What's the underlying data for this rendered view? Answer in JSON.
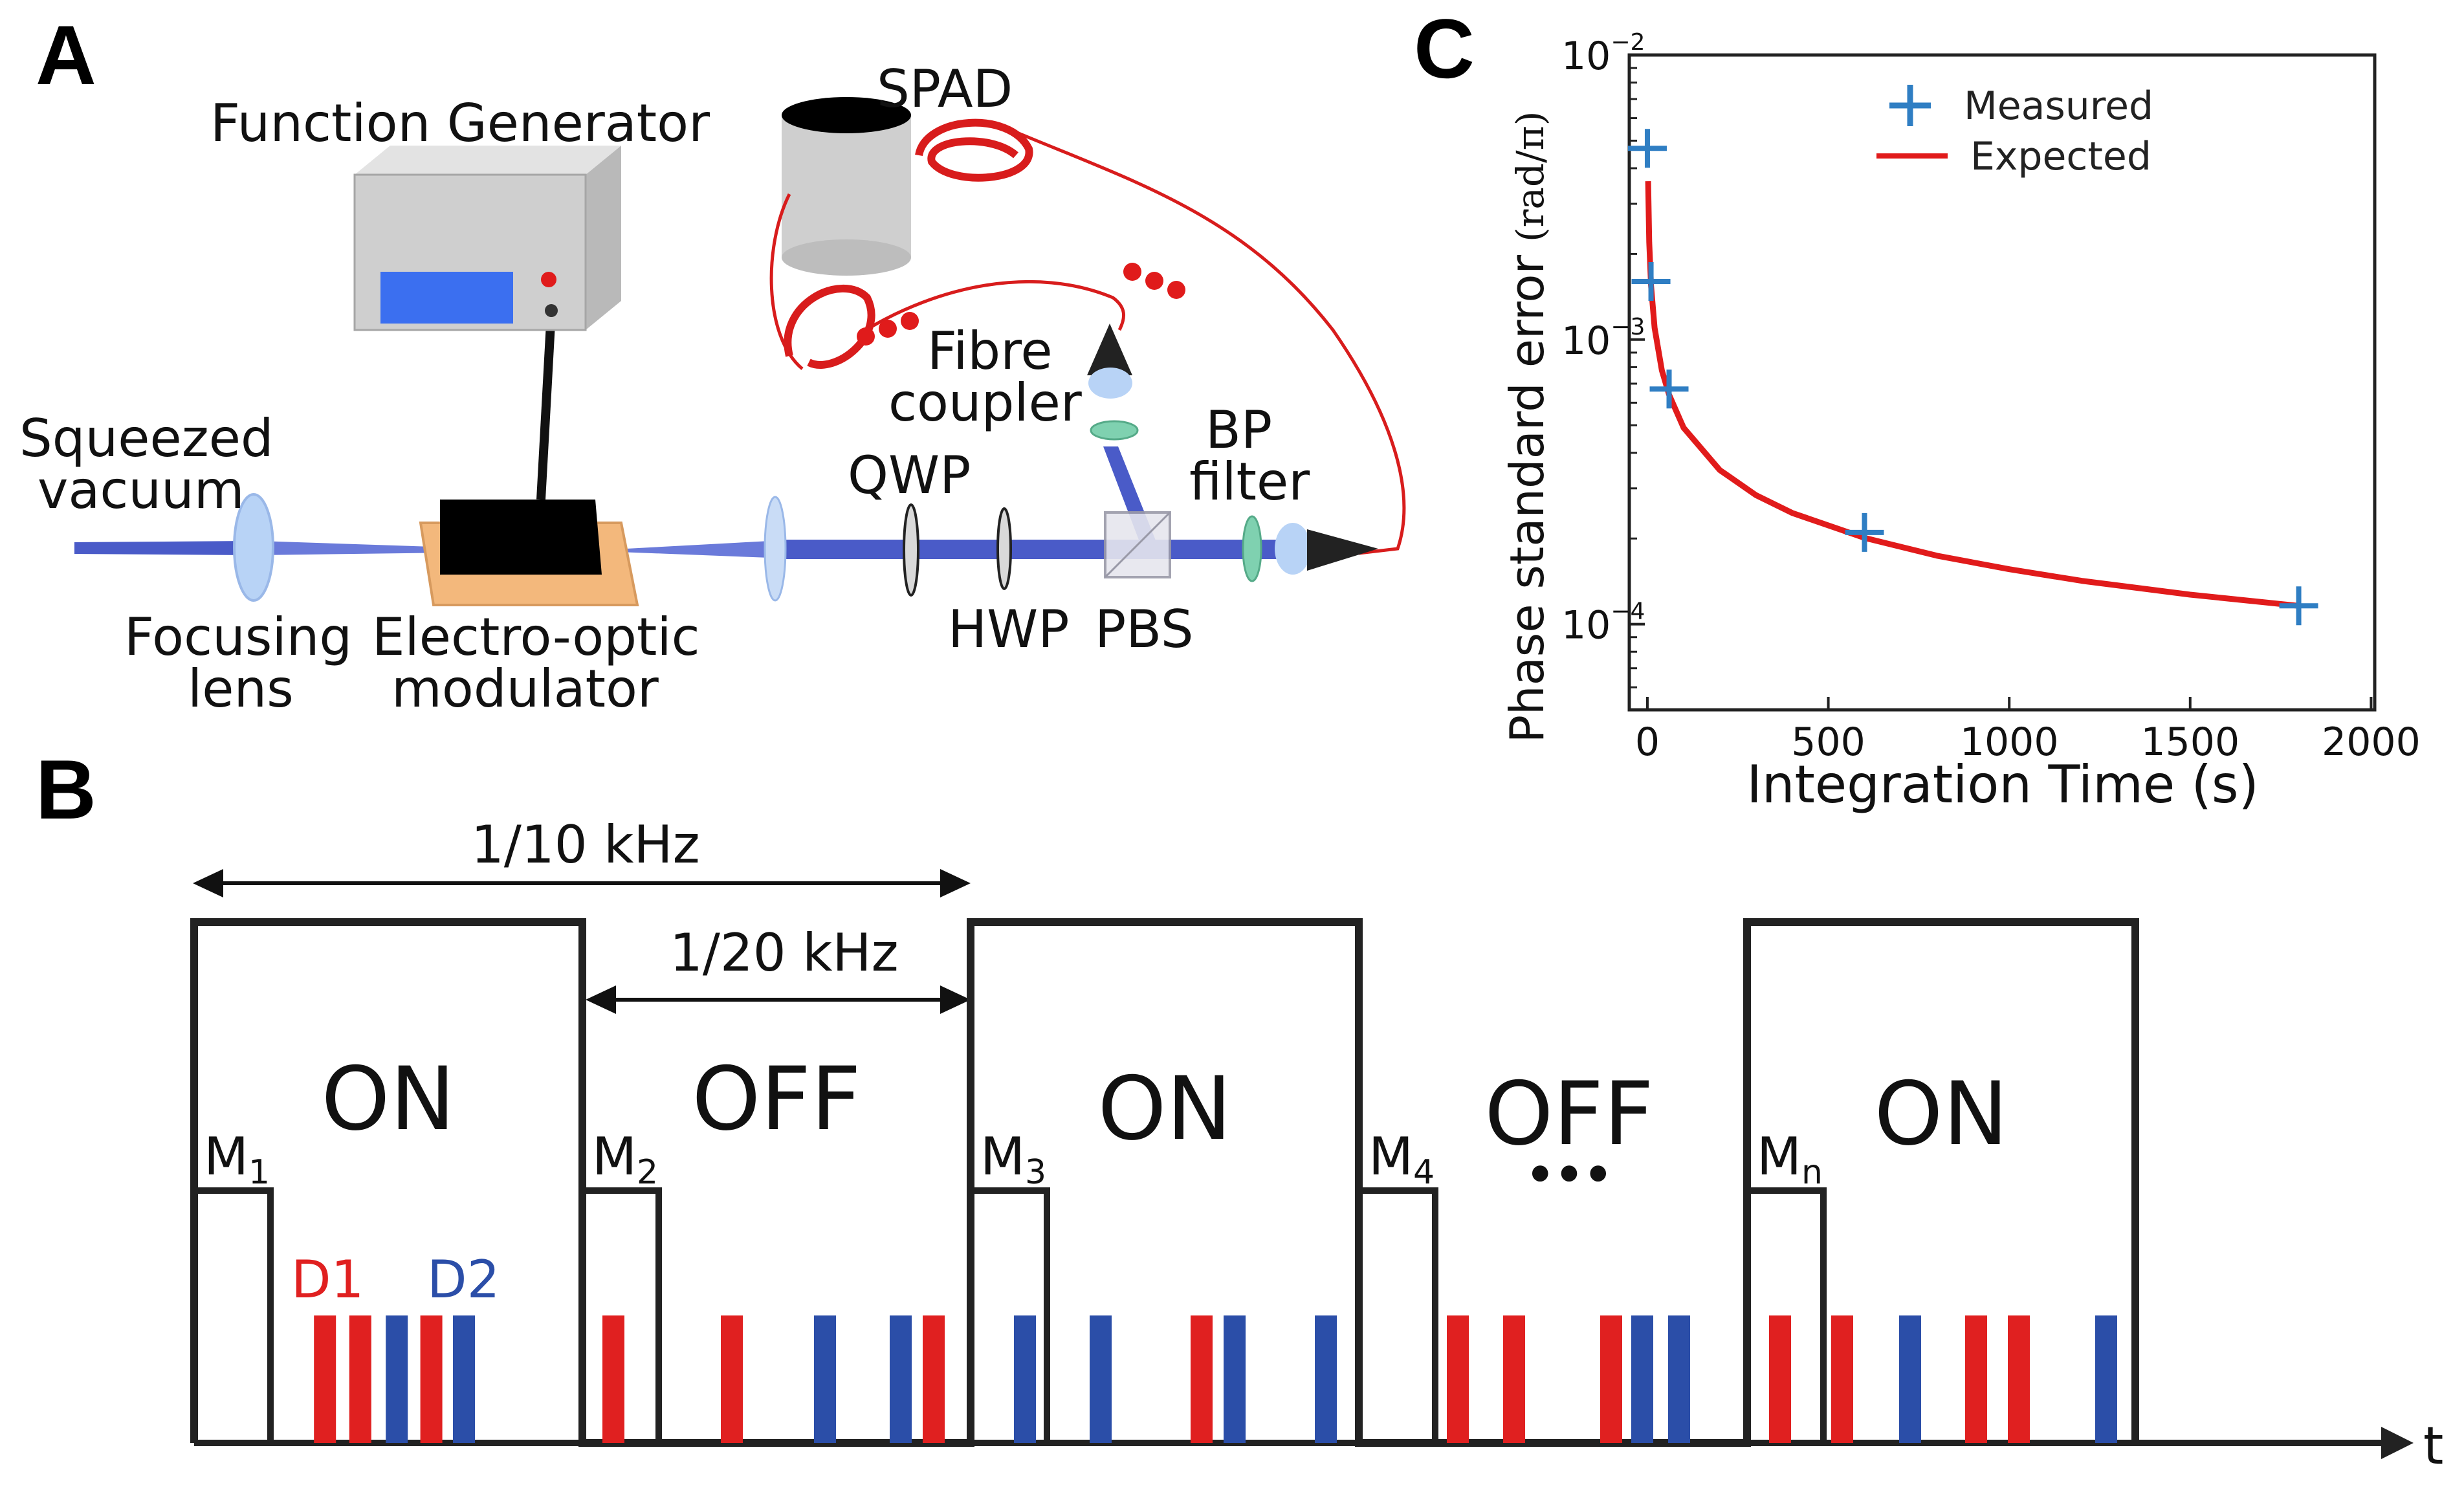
{
  "panels": {
    "a": "A",
    "b": "B",
    "c": "C"
  },
  "setup": {
    "function_generator": "Function Generator",
    "spad": "SPAD",
    "fibre_coupler_1": "Fibre",
    "fibre_coupler_2": "coupler",
    "bp_filter_1": "BP",
    "bp_filter_2": "filter",
    "squeezed_1": "Squeezed",
    "squeezed_2": "vacuum",
    "qwp": "QWP",
    "hwp": "HWP",
    "pbs": "PBS",
    "focusing_1": "Focusing",
    "focusing_2": "lens",
    "eom_1": "Electro-optic",
    "eom_2": "modulator",
    "colors": {
      "beam": "#4a5bc8",
      "fibre": "#d81c1c",
      "eom_body": "#000000",
      "eom_base": "#f3b87c",
      "generator_screen": "#3b6ff0"
    }
  },
  "timing": {
    "period_label": "1/10 kHz",
    "half_period_label": "1/20 kHz",
    "segments": [
      {
        "state": "ON",
        "marker": "M",
        "sub": "1"
      },
      {
        "state": "OFF",
        "marker": "M",
        "sub": "2"
      },
      {
        "state": "ON",
        "marker": "M",
        "sub": "3"
      },
      {
        "state": "OFF",
        "marker": "M",
        "sub": "4"
      },
      {
        "state": "ON",
        "marker": "M",
        "sub": "n"
      }
    ],
    "ellipsis": "•••",
    "d1_label": "D1",
    "d2_label": "D2",
    "axis_label": "t",
    "detections": [
      {
        "t": 0.337,
        "d": "D1"
      },
      {
        "t": 0.428,
        "d": "D1"
      },
      {
        "t": 0.522,
        "d": "D2"
      },
      {
        "t": 0.611,
        "d": "D1"
      },
      {
        "t": 0.695,
        "d": "D2"
      },
      {
        "t": 1.08,
        "d": "D1"
      },
      {
        "t": 1.385,
        "d": "D1"
      },
      {
        "t": 1.625,
        "d": "D2"
      },
      {
        "t": 1.82,
        "d": "D2"
      },
      {
        "t": 1.905,
        "d": "D1"
      },
      {
        "t": 2.14,
        "d": "D2"
      },
      {
        "t": 2.335,
        "d": "D2"
      },
      {
        "t": 2.595,
        "d": "D1"
      },
      {
        "t": 2.68,
        "d": "D2"
      },
      {
        "t": 2.915,
        "d": "D2"
      },
      {
        "t": 3.255,
        "d": "D1"
      },
      {
        "t": 3.4,
        "d": "D1"
      },
      {
        "t": 3.65,
        "d": "D1"
      },
      {
        "t": 3.73,
        "d": "D2"
      },
      {
        "t": 3.825,
        "d": "D2"
      },
      {
        "t": 4.085,
        "d": "D1"
      },
      {
        "t": 4.245,
        "d": "D1"
      },
      {
        "t": 4.42,
        "d": "D2"
      },
      {
        "t": 4.59,
        "d": "D1"
      },
      {
        "t": 4.7,
        "d": "D1"
      },
      {
        "t": 4.925,
        "d": "D2"
      }
    ],
    "colors": {
      "d1": "#e02020",
      "d2": "#2b4ea8"
    }
  },
  "chart_data": {
    "type": "scatter",
    "title": "",
    "xlabel": "Integration Time (s)",
    "ylabel": "Phase standard error",
    "ylabel_unit": "(rad/π)",
    "x_ticks": [
      "0",
      "500",
      "1000",
      "1500",
      "2000"
    ],
    "y_ticks": [
      {
        "base": "10",
        "exp": "−2"
      },
      {
        "base": "10",
        "exp": "−3"
      },
      {
        "base": "10",
        "exp": "−4"
      }
    ],
    "xlim": [
      -50,
      2010
    ],
    "ylim": [
      5e-05,
      0.01
    ],
    "y_scale": "log",
    "legend_position": "top-right",
    "series": [
      {
        "name": "Measured",
        "marker": "+",
        "color": "#2f7ec3",
        "x": [
          0,
          10,
          60,
          600,
          1800
        ],
        "y": [
          0.0047,
          0.0016,
          0.00067,
          0.00021,
          0.000116
        ]
      },
      {
        "name": "Expected",
        "marker": "line",
        "color": "#e11b1b",
        "x": [
          2,
          5,
          10,
          20,
          40,
          60,
          100,
          200,
          300,
          400,
          600,
          800,
          1000,
          1200,
          1500,
          1800
        ],
        "y": [
          0.0036,
          0.0022,
          0.00155,
          0.0011,
          0.00078,
          0.00064,
          0.00049,
          0.000348,
          0.000284,
          0.000246,
          0.000201,
          0.000174,
          0.000156,
          0.000142,
          0.000127,
          0.000116
        ]
      }
    ]
  }
}
